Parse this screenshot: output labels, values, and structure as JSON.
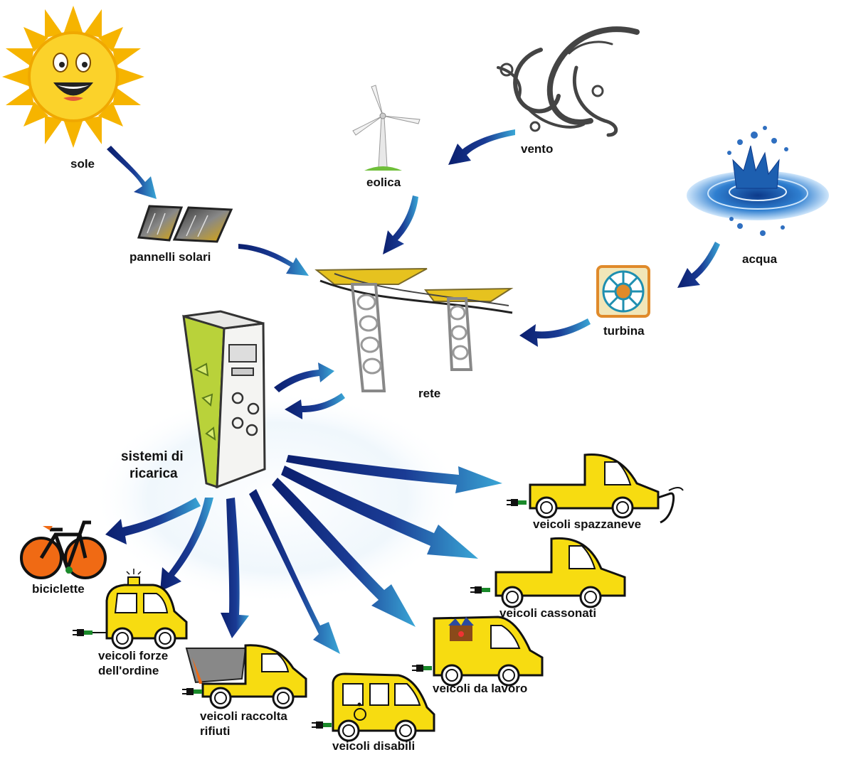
{
  "sources": {
    "sun": "sole",
    "solar_panels": "pannelli solari",
    "wind": "vento",
    "wind_turbine": "eolica",
    "water": "acqua",
    "water_turbine": "turbina",
    "grid": "rete"
  },
  "charging": {
    "line1": "sistemi di",
    "line2": "ricarica"
  },
  "vehicles": {
    "bicycles": "biciclette",
    "police_line1": "veicoli forze",
    "police_line2": "dell'ordine",
    "waste_line1": "veicoli raccolta",
    "waste_line2": "rifiuti",
    "disabled": "veicoli disabili",
    "work": "veicoli da lavoro",
    "dump": "veicoli cassonati",
    "snowplow": "veicoli spazzaneve"
  },
  "colors": {
    "arrow_dark": "#0b1f6e",
    "arrow_light": "#3aa7d6",
    "vehicle_yellow": "#f7dc11",
    "sun_yellow": "#f8c81a"
  },
  "icons": [
    "sun-icon",
    "solar-panels-icon",
    "wind-swirl-icon",
    "wind-turbine-icon",
    "water-splash-icon",
    "water-turbine-icon",
    "power-pylon-icon",
    "charging-station-icon",
    "bicycle-icon",
    "police-car-icon",
    "garbage-truck-icon",
    "disabled-van-icon",
    "work-van-icon",
    "pickup-truck-icon",
    "snowplow-truck-icon",
    "plug-icon"
  ]
}
